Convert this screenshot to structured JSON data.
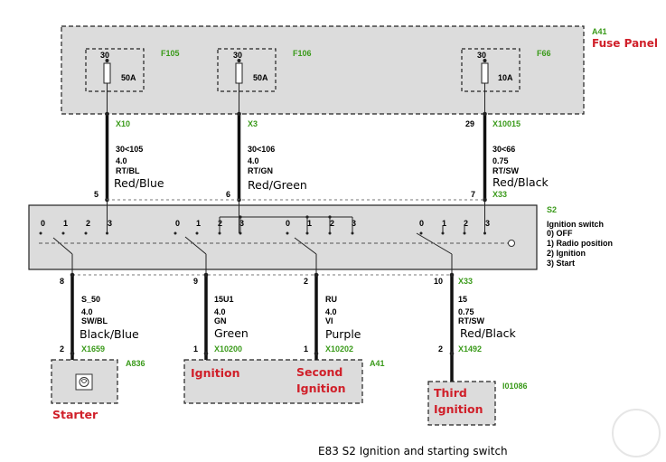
{
  "fuse_panel": {
    "id": "A41",
    "name": "Fuse Panel",
    "fuses": [
      {
        "terminal": "30",
        "rating": "50A",
        "id": "F105"
      },
      {
        "terminal": "30",
        "rating": "50A",
        "id": "F106"
      },
      {
        "terminal": "30",
        "rating": "10A",
        "id": "F66"
      }
    ]
  },
  "top_wires": [
    {
      "connector": "X10",
      "spec": "30<105",
      "gauge": "4.0",
      "code": "RT/BL",
      "color_name": "Red/Blue",
      "switch_pin": "5"
    },
    {
      "connector": "X3",
      "spec": "30<106",
      "gauge": "4.0",
      "code": "RT/GN",
      "color_name": "Red/Green",
      "switch_pin": "6"
    },
    {
      "pin_left": "29",
      "connector": "X10015",
      "spec": "30<66",
      "gauge": "0.75",
      "code": "RT/SW",
      "color_name": "Red/Black",
      "switch_pin": "7",
      "switch_conn": "X33"
    }
  ],
  "switch": {
    "id": "S2",
    "title": "Ignition switch",
    "legend": [
      "0) OFF",
      "1) Radio position",
      "2) Ignition",
      "3) Start"
    ],
    "positions": [
      "0",
      "1",
      "2",
      "3"
    ]
  },
  "bottom_wires": [
    {
      "switch_pin": "8",
      "spec": "S_50",
      "gauge": "4.0",
      "code": "SW/BL",
      "color_name": "Black/Blue",
      "pin": "2",
      "connector": "X1659"
    },
    {
      "switch_pin": "9",
      "spec": "15U1",
      "gauge": "4.0",
      "code": "GN",
      "color_name": "Green",
      "pin": "1",
      "connector": "X10200"
    },
    {
      "switch_pin": "2",
      "spec": "RU",
      "gauge": "4.0",
      "code": "VI",
      "color_name": "Purple",
      "pin": "1",
      "connector": "X10202"
    },
    {
      "switch_pin": "10",
      "switch_conn": "X33",
      "spec": "15",
      "gauge": "0.75",
      "code": "RT/SW",
      "color_name": "Red/Black",
      "pin": "2",
      "connector": "X1492"
    }
  ],
  "components": {
    "starter": {
      "id": "A836",
      "label": "Starter"
    },
    "a41_bottom": {
      "id": "A41",
      "label1": "Ignition",
      "label2_line1": "Second",
      "label2_line2": "Ignition"
    },
    "third": {
      "id": "I01086",
      "line1": "Third",
      "line2": "Ignition"
    }
  },
  "caption": "E83 S2 Ignition and starting switch",
  "colors": {
    "connector_green": "#3a9a1a",
    "annotation_red": "#d0202a",
    "box_fill": "#dcdcdc"
  }
}
